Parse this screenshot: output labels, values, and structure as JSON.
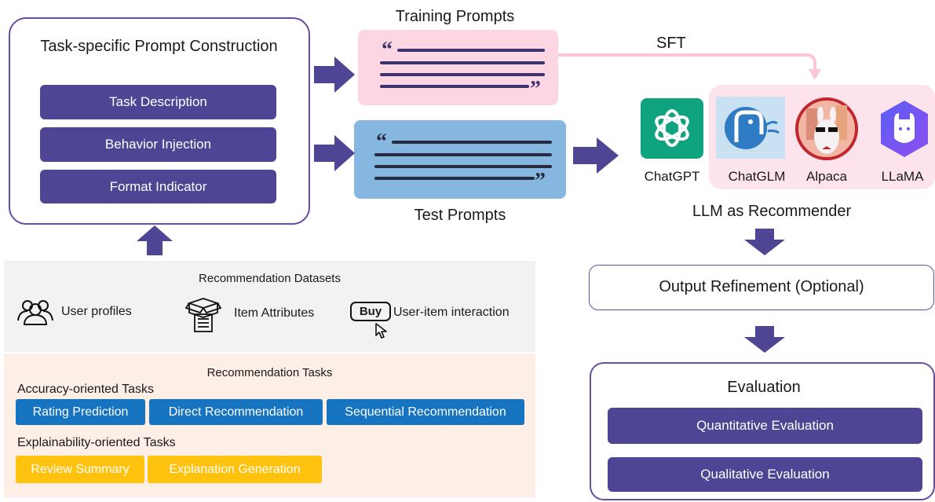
{
  "prompt_construction": {
    "title": "Task-specific Prompt Construction",
    "components": [
      "Task Description",
      "Behavior Injection",
      "Format Indicator"
    ]
  },
  "training_prompts": {
    "label": "Training Prompts"
  },
  "test_prompts": {
    "label": "Test Prompts"
  },
  "sft_label": "SFT",
  "llms": {
    "caption": "LLM as Recommender",
    "models": [
      "ChatGPT",
      "ChatGLM",
      "Alpaca",
      "LLaMA"
    ]
  },
  "datasets": {
    "title": "Recommendation Datasets",
    "items": [
      "User profiles",
      "Item Attributes",
      "User-item interaction"
    ],
    "buy_label": "Buy"
  },
  "tasks": {
    "title": "Recommendation Tasks",
    "accuracy_title": "Accuracy-oriented Tasks",
    "accuracy_tasks": [
      "Rating Prediction",
      "Direct Recommendation",
      "Sequential Recommendation"
    ],
    "explainability_title": "Explainability-oriented Tasks",
    "explainability_tasks": [
      "Review Summary",
      "Explanation Generation"
    ]
  },
  "refinement": {
    "label": "Output Refinement (Optional)"
  },
  "evaluation": {
    "title": "Evaluation",
    "items": [
      "Quantitative Evaluation",
      "Qualitative Evaluation"
    ]
  },
  "colors": {
    "purple": "#4e4595",
    "blue_chip": "#1674c0",
    "yellow_chip": "#ffc20e",
    "training_bg": "#fdd6e4",
    "test_bg": "#85b7e0",
    "dataset_bg": "#f2f2f2",
    "tasks_bg": "#fdeee6"
  }
}
